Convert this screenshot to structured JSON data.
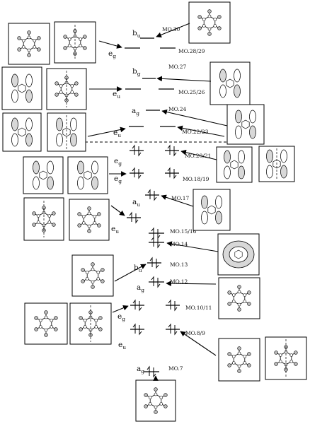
{
  "mo_labels": [
    "MO.30",
    "MO.28/29",
    "MO.27",
    "MO.25/26",
    "MO.24",
    "MO.22/23",
    "MO.20/21",
    "MO.18/19",
    "MO.17",
    "MO.15/16",
    "MO.14",
    "MO.13",
    "MO.12",
    "MO.10/11",
    "MO.8/9",
    "MO.7"
  ],
  "symmetry_labels": [
    {
      "base": "b",
      "sub": "u"
    },
    {
      "base": "e",
      "sub": "g"
    },
    {
      "base": "b",
      "sub": "g"
    },
    {
      "base": "e",
      "sub": "u"
    },
    {
      "base": "a",
      "sub": "g"
    },
    {
      "base": "e",
      "sub": "u"
    },
    {
      "base": "e",
      "sub": "g"
    },
    {
      "base": "e",
      "sub": "g"
    },
    {
      "base": "a",
      "sub": "u"
    },
    {
      "base": "e",
      "sub": "u"
    },
    {
      "base": "b",
      "sub": "u"
    },
    {
      "base": "a",
      "sub": "g"
    },
    {
      "base": "e",
      "sub": "g"
    },
    {
      "base": "e",
      "sub": "u"
    },
    {
      "base": "a",
      "sub": "g"
    }
  ],
  "orbital_icons": [
    "molecule-skeleton",
    "orbital-p-lobes",
    "orbital-ring-torus"
  ],
  "colors": {
    "line": "#000000",
    "lobe": "#d8d8d8",
    "background": "#ffffff"
  }
}
